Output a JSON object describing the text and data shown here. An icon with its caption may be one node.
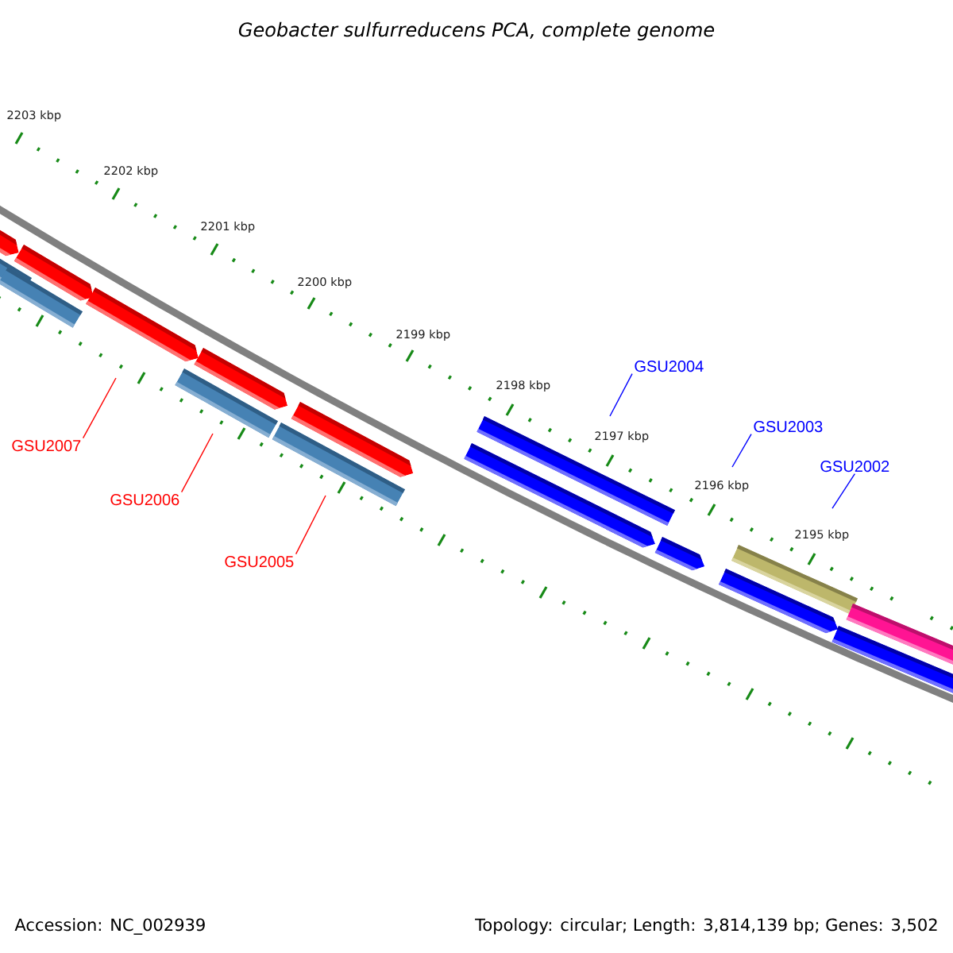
{
  "diagram": {
    "title": "Geobacter sulfurreducens PCA, complete genome",
    "nodes": [
      {
        "text": [
          "GSU2007"
        ]
      },
      {
        "text": [
          "GSU2006"
        ]
      },
      {
        "text": [
          "GSU2005"
        ]
      },
      {
        "text": [
          "GSU2004"
        ]
      },
      {
        "text": [
          "GSU2003"
        ]
      },
      {
        "text": [
          "GSU2002"
        ]
      }
    ],
    "edges": [
      {
        "from": 0,
        "to": null,
        "arrow": "none",
        "color": "#ff0000"
      },
      {
        "from": 1,
        "to": null,
        "arrow": "none",
        "color": "#ff0000"
      },
      {
        "from": 2,
        "to": null,
        "arrow": "none",
        "color": "#ff0000"
      },
      {
        "from": 3,
        "to": null,
        "arrow": "none",
        "color": "#0000ff"
      },
      {
        "from": 4,
        "to": null,
        "arrow": "none",
        "color": "#0000ff"
      },
      {
        "from": 5,
        "to": null,
        "arrow": "none",
        "color": "#0000ff"
      }
    ],
    "labels": [
      "2203 kbp",
      "2202 kbp",
      "2201 kbp",
      "2200 kbp",
      "2199 kbp",
      "2198 kbp",
      "2197 kbp",
      "2196 kbp",
      "2195 kbp",
      "Accession: NC_002939",
      "Topology: circular; Length: 3,814,139 bp; Genes: 3,502"
    ]
  }
}
